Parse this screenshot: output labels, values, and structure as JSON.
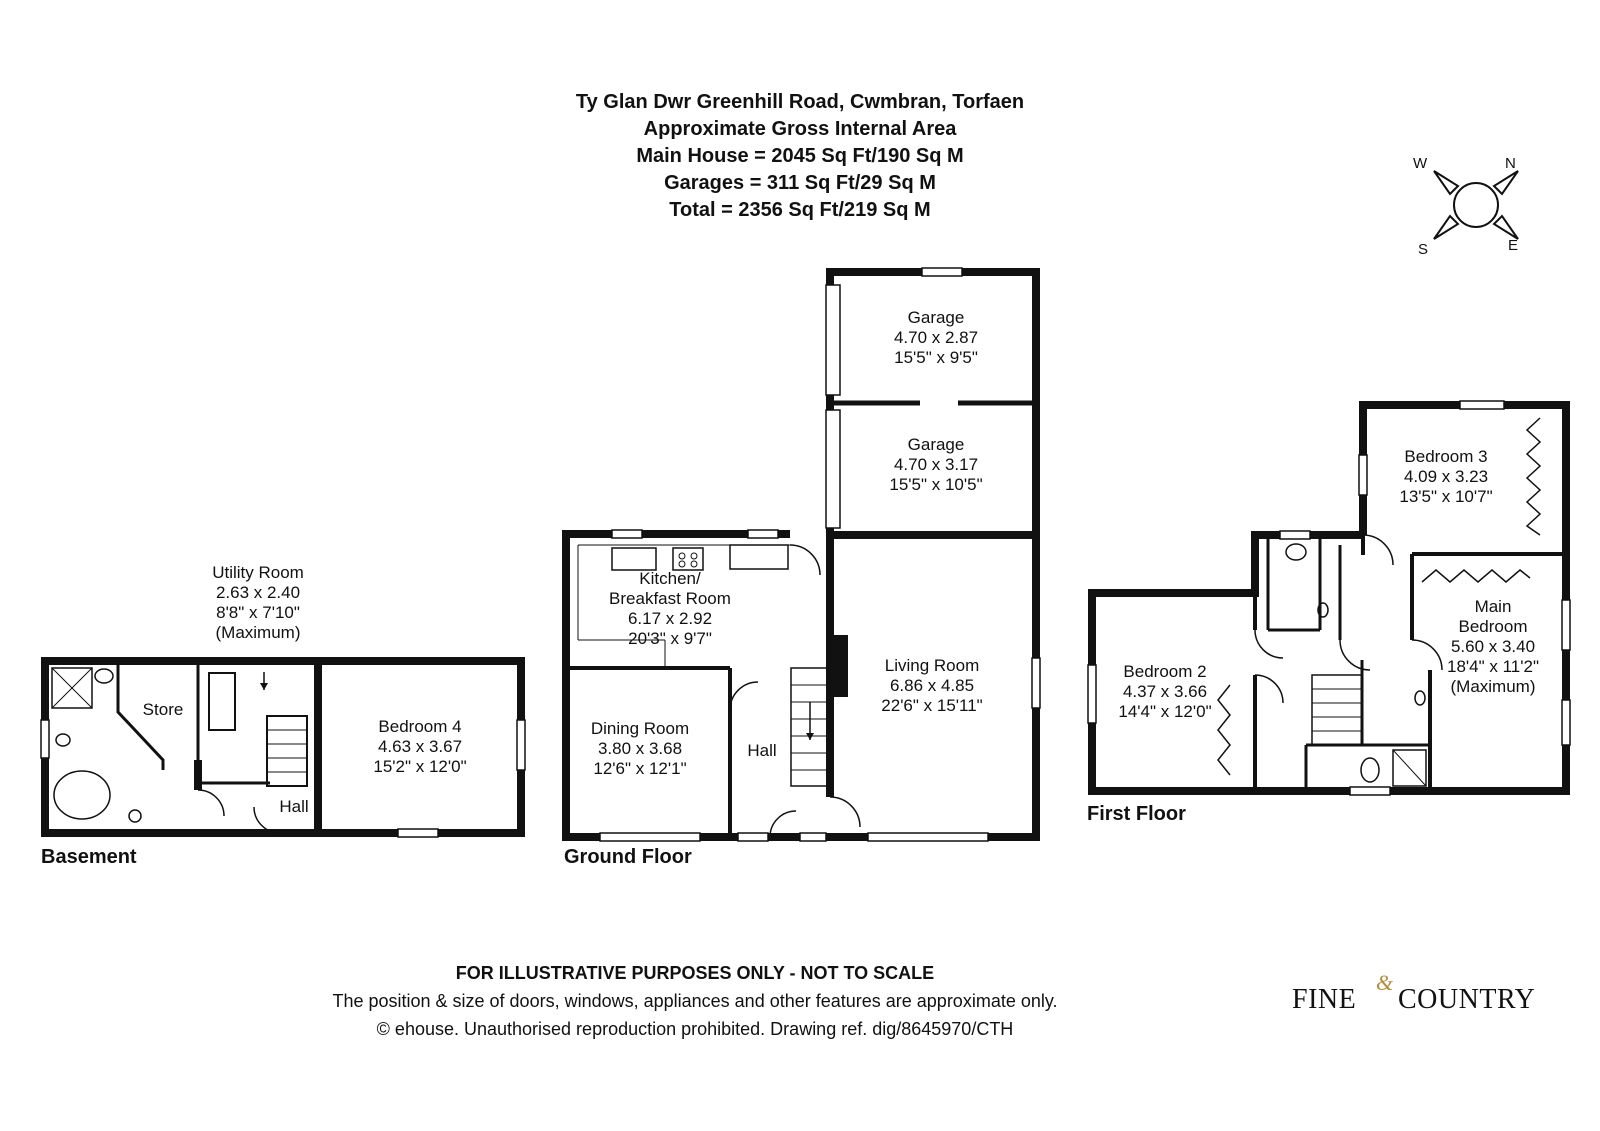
{
  "header": {
    "address": "Ty Glan Dwr Greenhill Road, Cwmbran, Torfaen",
    "area_title": "Approximate Gross Internal Area",
    "main_house": "Main House = 2045 Sq Ft/190 Sq M",
    "garages": "Garages = 311 Sq Ft/29 Sq M",
    "total": "Total = 2356 Sq Ft/219 Sq M"
  },
  "compass": {
    "w": "W",
    "n": "N",
    "s": "S",
    "e": "E"
  },
  "floors": {
    "basement": "Basement",
    "ground": "Ground Floor",
    "first": "First Floor"
  },
  "rooms": {
    "utility": {
      "name": "Utility Room",
      "metric": "2.63 x 2.40",
      "imperial": "8'8\" x 7'10\"",
      "note": "(Maximum)"
    },
    "store": {
      "name": "Store"
    },
    "basement_hall": {
      "name": "Hall"
    },
    "bedroom4": {
      "name": "Bedroom 4",
      "metric": "4.63 x 3.67",
      "imperial": "15'2\" x 12'0\""
    },
    "garage1": {
      "name": "Garage",
      "metric": "4.70 x 2.87",
      "imperial": "15'5\" x 9'5\""
    },
    "garage2": {
      "name": "Garage",
      "metric": "4.70 x 3.17",
      "imperial": "15'5\" x 10'5\""
    },
    "kitchen": {
      "name1": "Kitchen/",
      "name2": "Breakfast Room",
      "metric": "6.17 x 2.92",
      "imperial": "20'3\" x 9'7\""
    },
    "dining": {
      "name": "Dining Room",
      "metric": "3.80 x 3.68",
      "imperial": "12'6\" x 12'1\""
    },
    "ground_hall": {
      "name": "Hall"
    },
    "living": {
      "name": "Living Room",
      "metric": "6.86 x 4.85",
      "imperial": "22'6\" x 15'11\""
    },
    "bedroom3": {
      "name": "Bedroom 3",
      "metric": "4.09 x 3.23",
      "imperial": "13'5\" x 10'7\""
    },
    "main_bedroom": {
      "name1": "Main",
      "name2": "Bedroom",
      "metric": "5.60 x 3.40",
      "imperial": "18'4\" x 11'2\"",
      "note": "(Maximum)"
    },
    "bedroom2": {
      "name": "Bedroom 2",
      "metric": "4.37 x 3.66",
      "imperial": "14'4\" x 12'0\""
    }
  },
  "footer": {
    "disclaimer": "FOR ILLUSTRATIVE PURPOSES ONLY - NOT TO SCALE",
    "line2": "The position & size of doors, windows, appliances and other features are approximate only.",
    "line3": "© ehouse. Unauthorised reproduction prohibited. Drawing ref. dig/8645970/CTH"
  },
  "logo": {
    "left": "FINE",
    "amp": "&",
    "right": "COUNTRY"
  }
}
